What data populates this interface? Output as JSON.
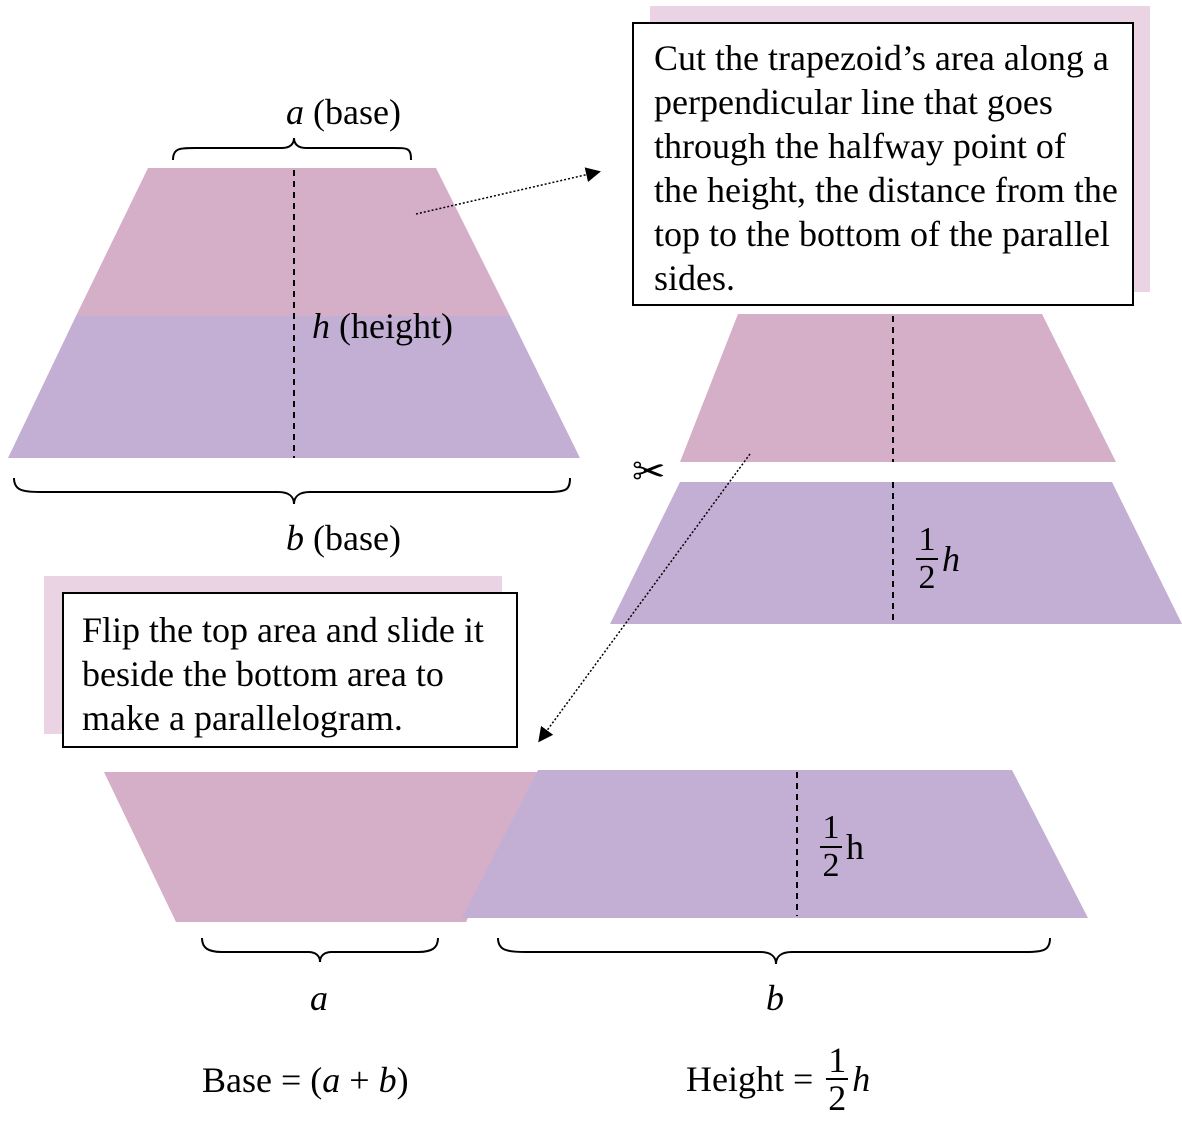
{
  "colors": {
    "top_piece": "#d5aec8",
    "bottom_piece": "#c3aed4",
    "callout_shadow": "#ead3e2"
  },
  "labels": {
    "a_base": {
      "var": "a",
      "text": " (base)"
    },
    "h_height": {
      "var": "h",
      "text": " (height)"
    },
    "b_base": {
      "var": "b",
      "text": " (base)"
    },
    "a": "a",
    "b": "b"
  },
  "callouts": {
    "cut": "Cut the trapezoid’s area along a perpendicular line that goes through the halfway point of the height, the distance from the top to the bottom of the parallel sides.",
    "flip": "Flip the top area and slide it beside the bottom area to make a parallelogram."
  },
  "half_h_right": {
    "num": "1",
    "den": "2",
    "var": "h"
  },
  "half_h_parallelogram": {
    "num": "1",
    "den": "2",
    "var": "h"
  },
  "formulas": {
    "base": {
      "prefix": "Base = (",
      "a": "a",
      "plus": " + ",
      "b": "b",
      "suffix": ")"
    },
    "height": {
      "prefix": "Height = ",
      "num": "1",
      "den": "2",
      "var": "h"
    }
  },
  "icons": {
    "scissors": "scissors-icon"
  }
}
